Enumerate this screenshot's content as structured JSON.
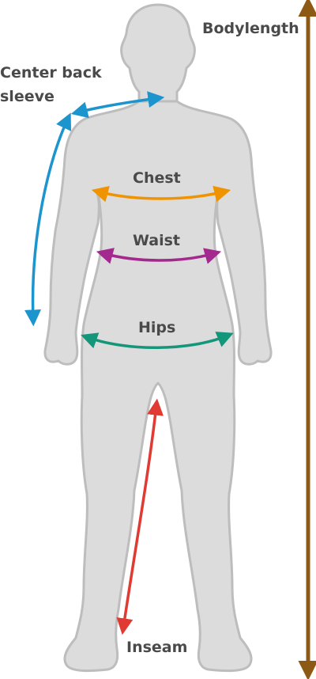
{
  "diagram": {
    "labels": {
      "center_back_sleeve_line1": "Center back",
      "center_back_sleeve_line2": "sleeve",
      "bodylength": "Bodylength",
      "chest": "Chest",
      "waist": "Waist",
      "hips": "Hips",
      "inseam": "Inseam"
    },
    "colors": {
      "background": "#ffffff",
      "body_fill": "#dcdcdc",
      "body_outline": "#bdbdbd",
      "text": "#4a4a4a",
      "sleeve": "#1c95cf",
      "chest": "#ef9400",
      "waist": "#a4298f",
      "hips": "#14967a",
      "inseam": "#e03a33",
      "bodylength": "#8c5a14"
    }
  }
}
